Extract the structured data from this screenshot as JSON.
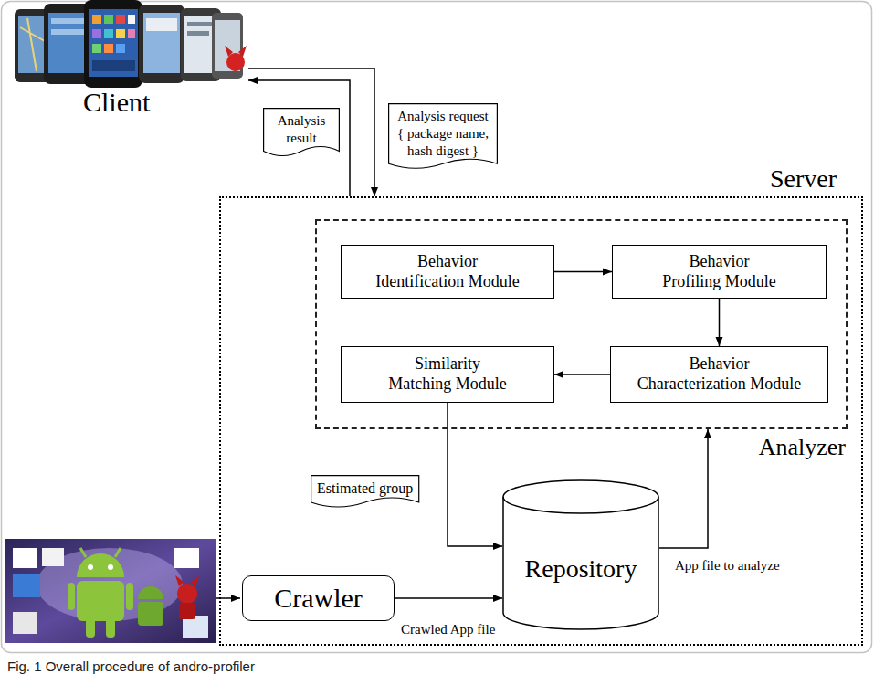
{
  "diagram": {
    "caption": "Fig. 1 Overall procedure of andro-profiler",
    "nodes": [
      {
        "text": [
          "Client"
        ]
      },
      {
        "text": [
          "Server"
        ]
      },
      {
        "text": [
          "Analyzer"
        ],
        "in": 1
      },
      {
        "text": [
          "Behavior Identification Module"
        ],
        "in": 2
      },
      {
        "text": [
          "Behavior Profiling Module"
        ],
        "in": 2
      },
      {
        "text": [
          "Similarity Matching Module"
        ],
        "in": 2
      },
      {
        "text": [
          "Behavior Characterization Module"
        ],
        "in": 2
      },
      {
        "text": [
          "Repository"
        ],
        "in": 1
      },
      {
        "text": [
          "Crawler"
        ],
        "in": 1
      }
    ],
    "edges": [
      {
        "from": 1,
        "to": 0,
        "arrow": "to",
        "label": "Analysis result"
      },
      {
        "from": 0,
        "to": 1,
        "arrow": "to",
        "label": "Analysis request { package name, hash digest }"
      },
      {
        "from": 3,
        "to": 4,
        "arrow": "to"
      },
      {
        "from": 4,
        "to": 6,
        "arrow": "to"
      },
      {
        "from": 6,
        "to": 5,
        "arrow": "to"
      },
      {
        "from": 5,
        "to": 7,
        "arrow": "to",
        "label": "Estimated group"
      },
      {
        "from": 8,
        "to": 7,
        "arrow": "to",
        "label": "Crawled App file"
      },
      {
        "from": 7,
        "to": 2,
        "arrow": "to",
        "label": "App file to analyze"
      }
    ]
  }
}
